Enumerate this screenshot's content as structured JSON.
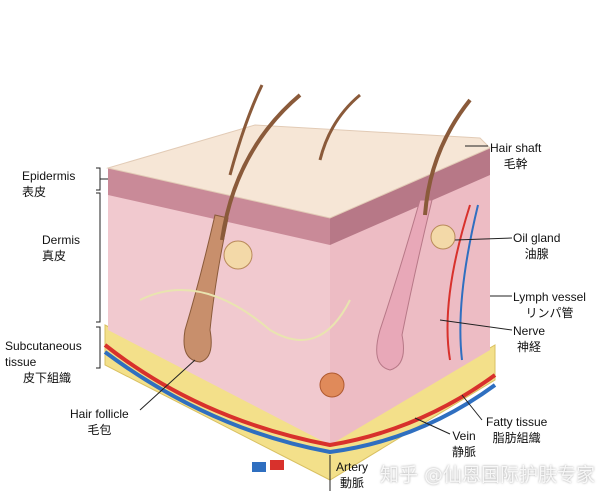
{
  "labels": {
    "epidermis": {
      "en": "Epidermis",
      "ja": "表皮"
    },
    "dermis": {
      "en": "Dermis",
      "ja": "真皮"
    },
    "subcutaneous": {
      "en1": "Subcutaneous",
      "en2": "tissue",
      "ja": "皮下組織"
    },
    "hair_follicle": {
      "en": "Hair follicle",
      "ja": "毛包"
    },
    "hair_shaft": {
      "en": "Hair shaft",
      "ja": "毛幹"
    },
    "oil_gland": {
      "en": "Oil gland",
      "ja": "油腺"
    },
    "lymph_vessel": {
      "en": "Lymph vessel",
      "ja": "リンパ管"
    },
    "nerve": {
      "en": "Nerve",
      "ja": "神経"
    },
    "fatty_tissue": {
      "en": "Fatty tissue",
      "ja": "脂肪組織"
    },
    "vein": {
      "en": "Vein",
      "ja": "静脈"
    },
    "artery": {
      "en": "Artery",
      "ja": "動脈"
    }
  },
  "watermark": "知乎 @仙恩国际护肤专家",
  "colors": {
    "skin_top": "#f6e6d6",
    "epidermis": "#c98a98",
    "dermis": "#f1c9cf",
    "fat": "#f3e08a",
    "artery": "#d8312c",
    "vein": "#2f6fc0",
    "hair": "#8a5a3a"
  }
}
